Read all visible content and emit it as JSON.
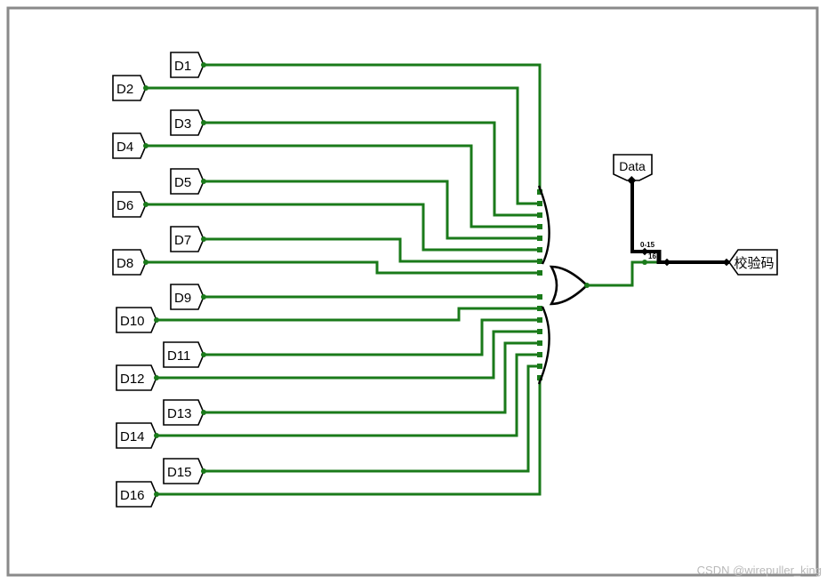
{
  "circuit": {
    "inputs": [
      "D1",
      "D2",
      "D3",
      "D4",
      "D5",
      "D6",
      "D7",
      "D8",
      "D9",
      "D10",
      "D11",
      "D12",
      "D13",
      "D14",
      "D15",
      "D16"
    ],
    "data_pin": "Data",
    "output_pin": "校验码",
    "splitter": {
      "range_label": "0-15",
      "index_label": "16"
    },
    "gate": "or-gate",
    "wire_color": "#1a7a1a",
    "bus_color": "#000000"
  },
  "watermark": "CSDN @wirepuller_king"
}
